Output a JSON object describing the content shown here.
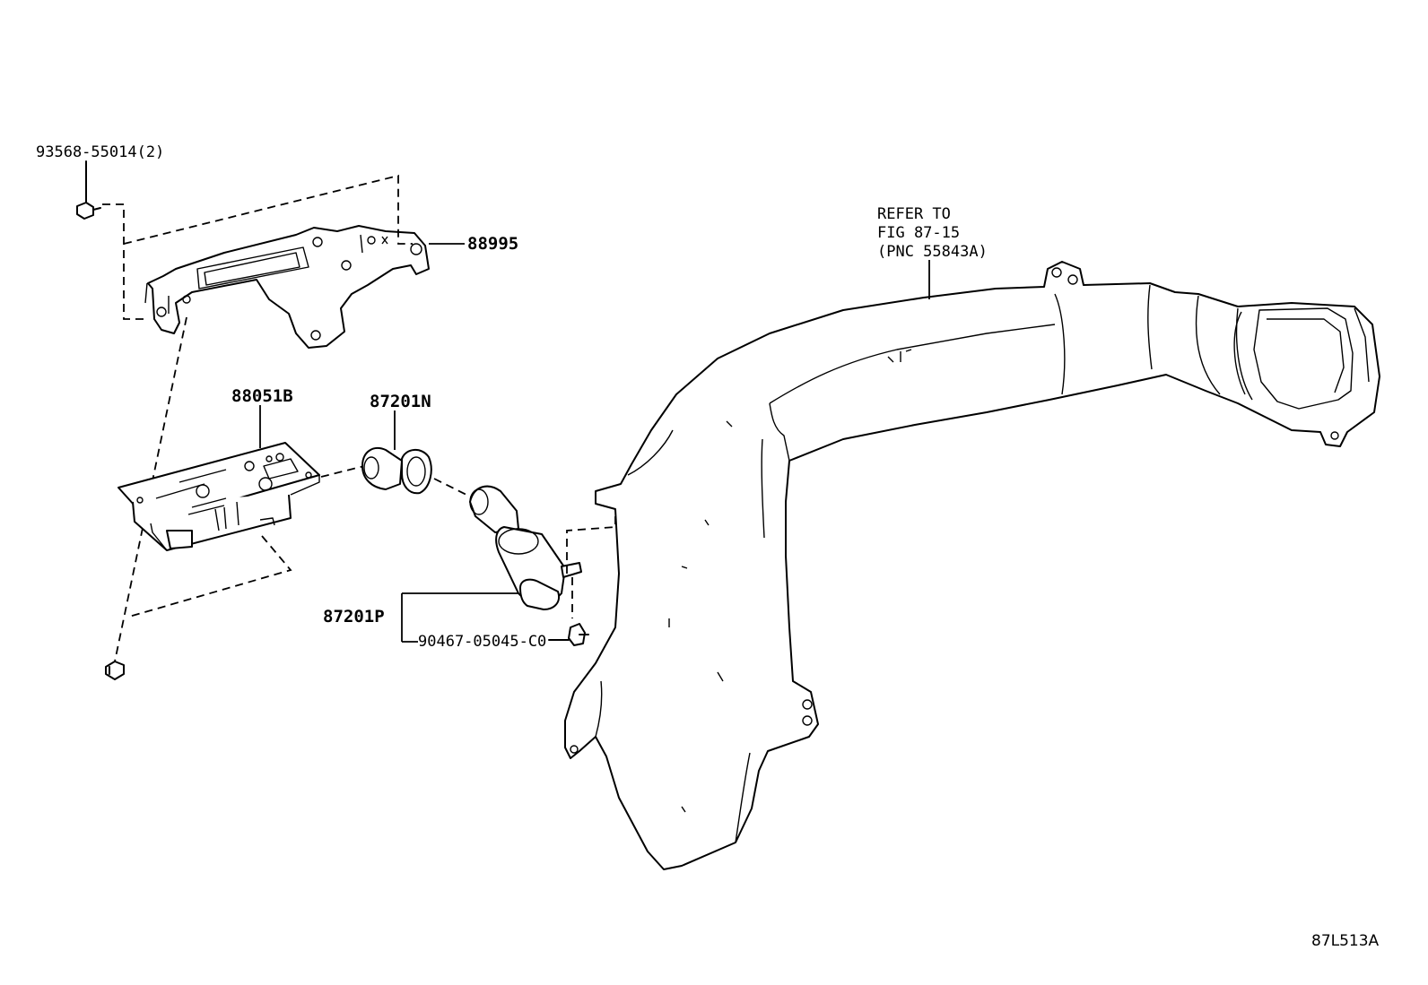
{
  "callouts": {
    "bolt_top": "93568-55014(2)",
    "bracket": "88995",
    "module": "88051B",
    "elbow_upper": "87201N",
    "elbow_lower": "87201P",
    "clip": "90467-05045-C0"
  },
  "reference_note": {
    "line1": "REFER TO",
    "line2": "FIG 87-15",
    "line3": "(PNC 55843A)"
  },
  "figure_code": "87L513A"
}
